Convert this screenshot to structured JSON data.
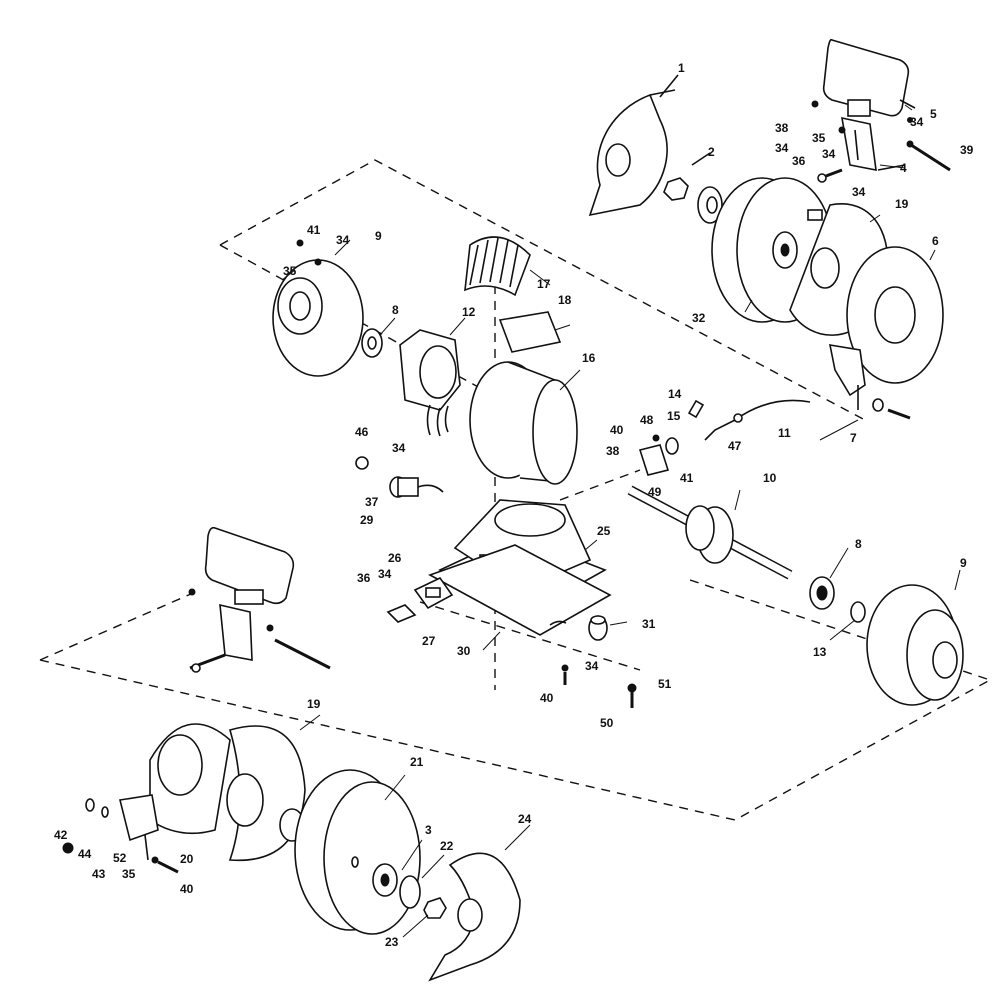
{
  "diagram": {
    "labels": {
      "p1": "1",
      "p2": "2",
      "p3": "3",
      "p4": "4",
      "p5": "5",
      "p6": "6",
      "p7": "7",
      "p8a": "8",
      "p8b": "8",
      "p9a": "9",
      "p9b": "9",
      "p10": "10",
      "p11": "11",
      "p12": "12",
      "p13": "13",
      "p14": "14",
      "p15": "15",
      "p16": "16",
      "p17": "17",
      "p18": "18",
      "p19a": "19",
      "p19b": "19",
      "p20": "20",
      "p21": "21",
      "p22": "22",
      "p23": "23",
      "p24": "24",
      "p25": "25",
      "p26": "26",
      "p27": "27",
      "p29": "29",
      "p30": "30",
      "p31": "31",
      "p32": "32",
      "p34a": "34",
      "p34b": "34",
      "p34c": "34",
      "p34d": "34",
      "p34e": "34",
      "p34f": "34",
      "p34g": "34",
      "p35a": "35",
      "p35b": "35",
      "p35c": "35",
      "p36a": "36",
      "p36b": "36",
      "p37": "37",
      "p38a": "38",
      "p38b": "38",
      "p39": "39",
      "p40a": "40",
      "p40b": "40",
      "p40c": "40",
      "p41a": "41",
      "p41b": "41",
      "p42": "42",
      "p43": "43",
      "p44": "44",
      "p46": "46",
      "p47": "47",
      "p48": "48",
      "p49": "49",
      "p50": "50",
      "p51": "51",
      "p52": "52"
    }
  }
}
